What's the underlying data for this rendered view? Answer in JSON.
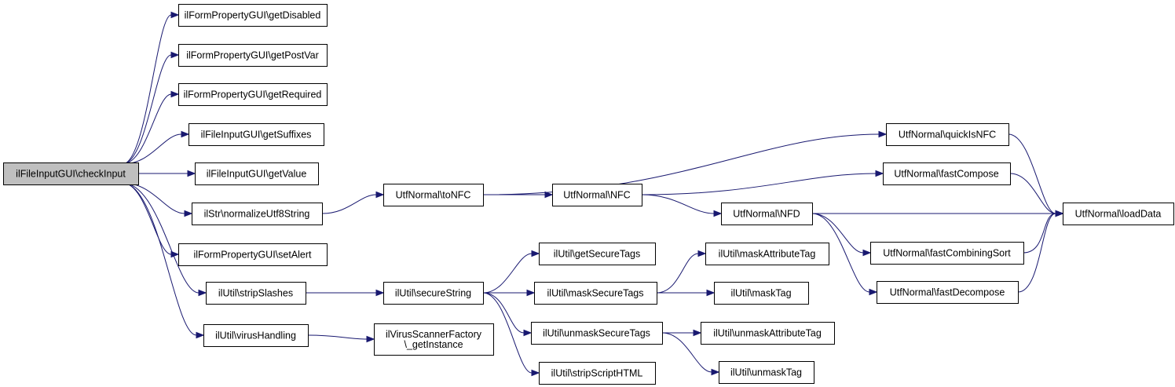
{
  "nodes": [
    {
      "id": "checkInput",
      "lines": [
        "ilFileInputGUI\\checkInput"
      ],
      "root": true
    },
    {
      "id": "getDisabled",
      "lines": [
        "ilFormPropertyGUI\\getDisabled"
      ]
    },
    {
      "id": "getPostVar",
      "lines": [
        "ilFormPropertyGUI\\getPostVar"
      ]
    },
    {
      "id": "getRequired",
      "lines": [
        "ilFormPropertyGUI\\getRequired"
      ]
    },
    {
      "id": "getSuffixes",
      "lines": [
        "ilFileInputGUI\\getSuffixes"
      ]
    },
    {
      "id": "getValue",
      "lines": [
        "ilFileInputGUI\\getValue"
      ]
    },
    {
      "id": "normalizeUtf8String",
      "lines": [
        "ilStr\\normalizeUtf8String"
      ]
    },
    {
      "id": "setAlert",
      "lines": [
        "ilFormPropertyGUI\\setAlert"
      ]
    },
    {
      "id": "stripSlashes",
      "lines": [
        "ilUtil\\stripSlashes"
      ]
    },
    {
      "id": "virusHandling",
      "lines": [
        "ilUtil\\virusHandling"
      ]
    },
    {
      "id": "toNFC",
      "lines": [
        "UtfNormal\\toNFC"
      ]
    },
    {
      "id": "secureString",
      "lines": [
        "ilUtil\\secureString"
      ]
    },
    {
      "id": "getInstance",
      "lines": [
        "ilVirusScannerFactory",
        "\\_getInstance"
      ]
    },
    {
      "id": "NFC",
      "lines": [
        "UtfNormal\\NFC"
      ]
    },
    {
      "id": "getSecureTags",
      "lines": [
        "ilUtil\\getSecureTags"
      ]
    },
    {
      "id": "maskSecureTags",
      "lines": [
        "ilUtil\\maskSecureTags"
      ]
    },
    {
      "id": "unmaskSecureTags",
      "lines": [
        "ilUtil\\unmaskSecureTags"
      ]
    },
    {
      "id": "stripScriptHTML",
      "lines": [
        "ilUtil\\stripScriptHTML"
      ]
    },
    {
      "id": "NFD",
      "lines": [
        "UtfNormal\\NFD"
      ]
    },
    {
      "id": "maskAttributeTag",
      "lines": [
        "ilUtil\\maskAttributeTag"
      ]
    },
    {
      "id": "maskTag",
      "lines": [
        "ilUtil\\maskTag"
      ]
    },
    {
      "id": "unmaskAttributeTag",
      "lines": [
        "ilUtil\\unmaskAttributeTag"
      ]
    },
    {
      "id": "unmaskTag",
      "lines": [
        "ilUtil\\unmaskTag"
      ]
    },
    {
      "id": "quickIsNFC",
      "lines": [
        "UtfNormal\\quickIsNFC"
      ]
    },
    {
      "id": "fastCompose",
      "lines": [
        "UtfNormal\\fastCompose"
      ]
    },
    {
      "id": "fastCombiningSort",
      "lines": [
        "UtfNormal\\fastCombiningSort"
      ]
    },
    {
      "id": "fastDecompose",
      "lines": [
        "UtfNormal\\fastDecompose"
      ]
    },
    {
      "id": "loadData",
      "lines": [
        "UtfNormal\\loadData"
      ]
    }
  ],
  "edges": [
    [
      "checkInput",
      "getDisabled"
    ],
    [
      "checkInput",
      "getPostVar"
    ],
    [
      "checkInput",
      "getRequired"
    ],
    [
      "checkInput",
      "getSuffixes"
    ],
    [
      "checkInput",
      "getValue"
    ],
    [
      "checkInput",
      "normalizeUtf8String"
    ],
    [
      "checkInput",
      "setAlert"
    ],
    [
      "checkInput",
      "stripSlashes"
    ],
    [
      "checkInput",
      "virusHandling"
    ],
    [
      "normalizeUtf8String",
      "toNFC"
    ],
    [
      "toNFC",
      "quickIsNFC"
    ],
    [
      "toNFC",
      "NFC"
    ],
    [
      "NFC",
      "fastCompose"
    ],
    [
      "NFC",
      "NFD"
    ],
    [
      "NFD",
      "loadData"
    ],
    [
      "NFD",
      "fastCombiningSort"
    ],
    [
      "NFD",
      "fastDecompose"
    ],
    [
      "quickIsNFC",
      "loadData"
    ],
    [
      "fastCompose",
      "loadData"
    ],
    [
      "fastCombiningSort",
      "loadData"
    ],
    [
      "fastDecompose",
      "loadData"
    ],
    [
      "stripSlashes",
      "secureString"
    ],
    [
      "secureString",
      "getSecureTags"
    ],
    [
      "secureString",
      "maskSecureTags"
    ],
    [
      "secureString",
      "unmaskSecureTags"
    ],
    [
      "secureString",
      "stripScriptHTML"
    ],
    [
      "maskSecureTags",
      "maskAttributeTag"
    ],
    [
      "maskSecureTags",
      "maskTag"
    ],
    [
      "unmaskSecureTags",
      "unmaskAttributeTag"
    ],
    [
      "unmaskSecureTags",
      "unmaskTag"
    ],
    [
      "virusHandling",
      "getInstance"
    ]
  ]
}
